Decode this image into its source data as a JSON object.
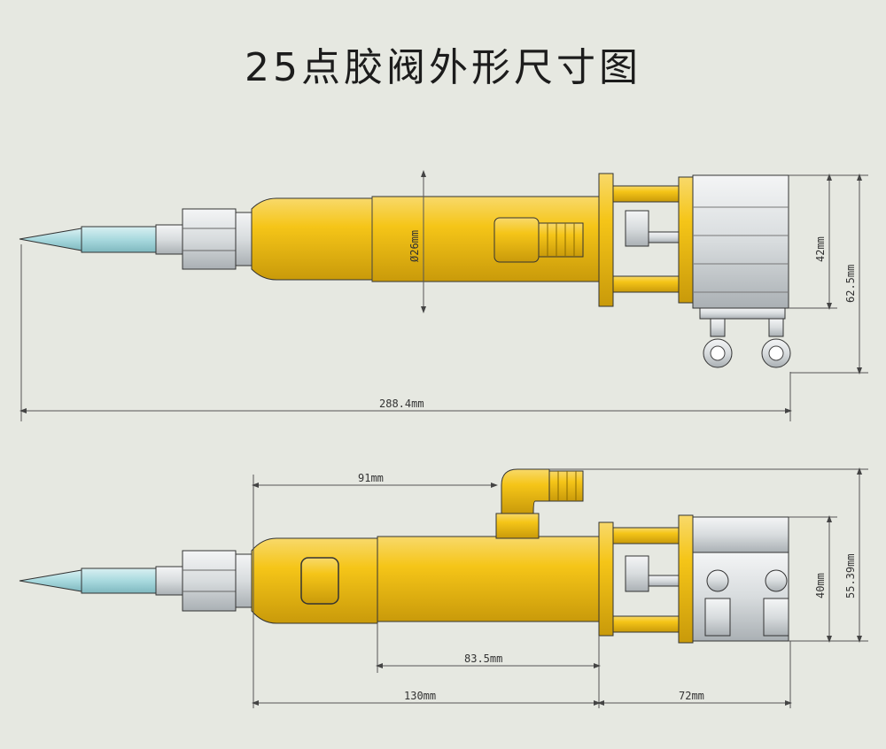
{
  "title": "25点胶阀外形尺寸图",
  "top_view": {
    "diameter_label": "Ø26mm",
    "height_inner_label": "42mm",
    "height_outer_label": "62.5mm",
    "total_length_label": "288.4mm"
  },
  "side_view": {
    "length_91_label": "91mm",
    "length_83_label": "83.5mm",
    "length_130_label": "130mm",
    "length_72_label": "72mm",
    "height_inner_label": "40mm",
    "height_outer_label": "55.39mm"
  },
  "colors": {
    "background": "#e6e8e1",
    "brass": "#f2c21b",
    "brass_dark": "#c89a0a",
    "steel": "#dfe2e4",
    "nozzle": "#a9dbe0",
    "dim_line": "#555555"
  }
}
